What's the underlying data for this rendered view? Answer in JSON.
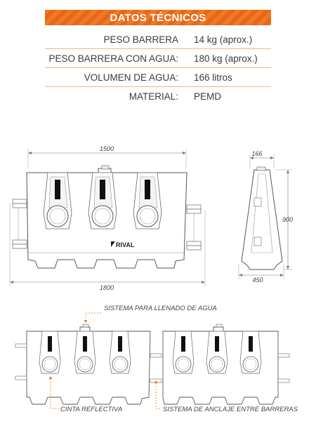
{
  "header": {
    "title": "DATOS TÉCNICOS"
  },
  "specs": [
    {
      "label": "PESO BARRERA",
      "value": "14 kg (aprox.)"
    },
    {
      "label": "PESO BARRERA CON AGUA:",
      "value": "180 kg (aprox.)"
    },
    {
      "label": "VOLUMEN DE AGUA:",
      "value": "166 litros"
    },
    {
      "label": "MATERIAL:",
      "value": "PEMD"
    }
  ],
  "dimensions": {
    "top_width": "1500",
    "bottom_width": "1800",
    "side_top_width": "166",
    "side_height": "900",
    "side_base_width": "450"
  },
  "logo": {
    "text": "RIVAL"
  },
  "annotations": {
    "filling": "SISTEMA PARA LLENADO DE AGUA",
    "reflective": "CINTA REFLECTIVA",
    "anchoring": "SISTEMA DE ANCLAJE ENTRE BARRERAS"
  }
}
